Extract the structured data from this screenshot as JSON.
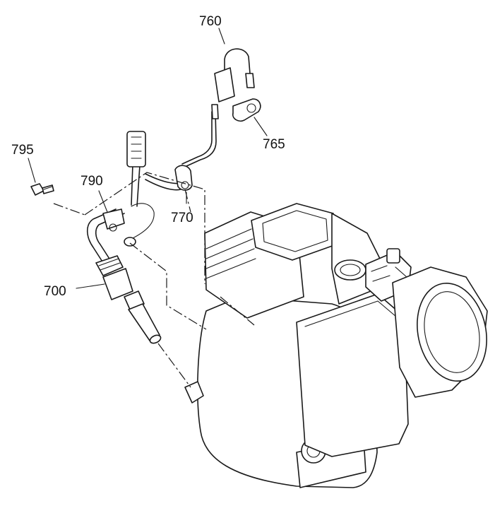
{
  "diagram": {
    "callouts": [
      {
        "id": "760",
        "label": "760"
      },
      {
        "id": "765",
        "label": "765"
      },
      {
        "id": "795",
        "label": "795"
      },
      {
        "id": "790",
        "label": "790"
      },
      {
        "id": "770",
        "label": "770"
      },
      {
        "id": "700",
        "label": "700"
      }
    ]
  }
}
